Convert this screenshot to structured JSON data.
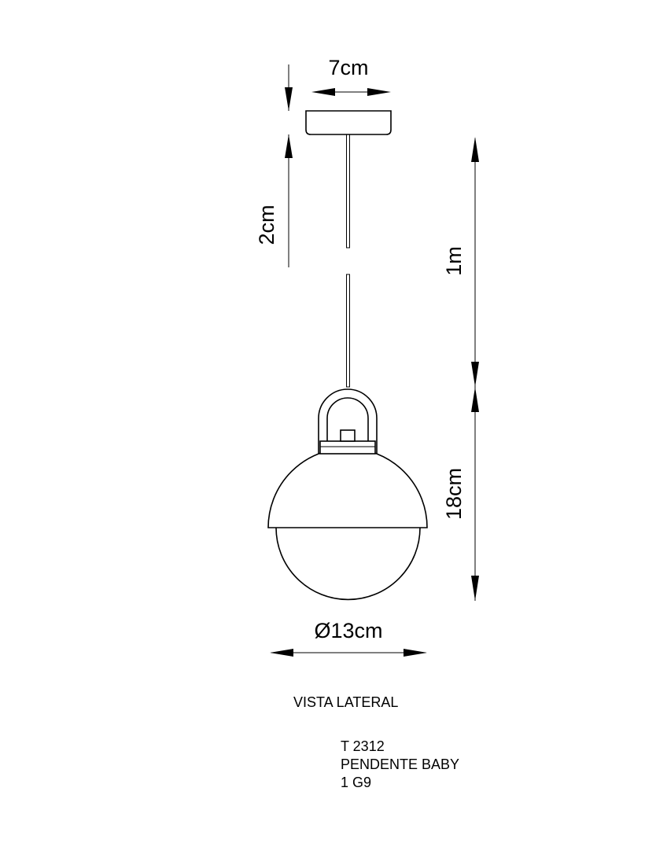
{
  "dimensions": {
    "canopy_width": "7cm",
    "canopy_height": "2cm",
    "cable_length": "1m",
    "shade_height": "18cm",
    "shade_diameter": "Ø13cm"
  },
  "view_label": "VISTA LATERAL",
  "product": {
    "code": "T 2312",
    "name": "PENDENTE BABY",
    "lamp": "1 G9"
  },
  "colors": {
    "line": "#000000",
    "background": "#ffffff"
  }
}
